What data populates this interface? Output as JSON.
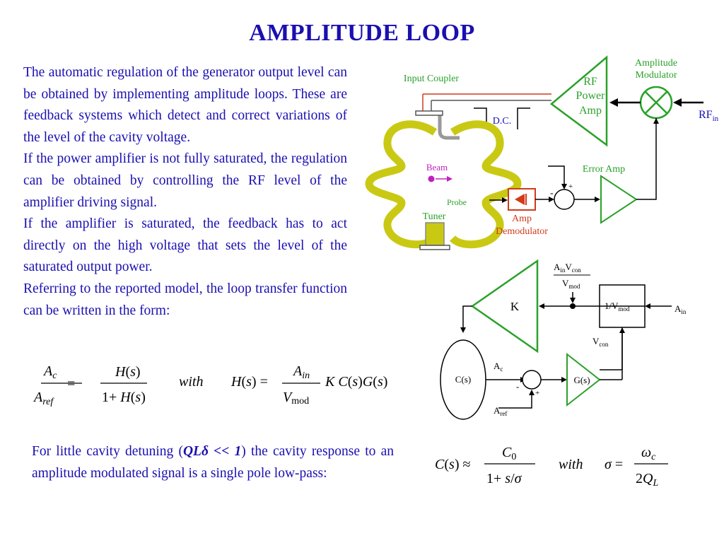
{
  "title": "AMPLITUDE LOOP",
  "paragraphs": [
    "The automatic regulation of the generator output level can be obtained by implementing amplitude loops. These are feedback systems which detect and correct variations of the level of the cavity voltage.",
    "If the power amplifier is not fully saturated, the regulation can be obtained by controlling the RF level of the amplifier driving signal.",
    "If the amplifier is saturated, the feedback has to act directly on the high voltage that sets the level of the saturated output power.",
    "Referring to the reported model, the loop transfer function can be written in the form:"
  ],
  "note": {
    "before": "For little cavity detuning (",
    "condition": "QLδ << 1",
    "after": ") the cavity response to an amplitude modulated signal is a single pole low-pass:"
  },
  "equation1": {
    "lhs_num": "Ac",
    "lhs_den": "Aref",
    "rhs_num": "H(s)",
    "rhs_den": "1+ H(s)",
    "with": "with",
    "h_lhs": "H(s)",
    "frac_num": "Ain",
    "frac_den": "Vmod",
    "rhs_tail": "K C(s) G(s)"
  },
  "equation2": {
    "lhs": "C(s)",
    "num": "C0",
    "den": "1+ s/σ",
    "with": "with",
    "sigma": "σ",
    "sig_num": "ωc",
    "sig_den": "2QL"
  },
  "diagram1": {
    "input_coupler": "Input Coupler",
    "rf_amp": [
      "RF",
      "Power",
      "Amp"
    ],
    "amp_mod": [
      "Amplitude",
      "Modulator"
    ],
    "rf_in": "RFin",
    "dc": "D.C.",
    "beam": "Beam",
    "probe": "Probe",
    "tuner": "Tuner",
    "error_amp": "Error Amp",
    "amp_demod": [
      "Amp",
      "Demodulator"
    ],
    "minus": "-",
    "plus": "+",
    "colors": {
      "yellow": "#c9c914",
      "green": "#2aa12a",
      "red": "#d23a1a",
      "beam": "#c020c0"
    }
  },
  "diagram2": {
    "k": "K",
    "gain_num": "AinVcon",
    "gain_den": "Vmod",
    "inv_vmod": "1/Vmod",
    "a_in": "Ain",
    "v_con": "Vcon",
    "c_s": "C(s)",
    "g_s": "G(s)",
    "a_c": "Ac",
    "a_ref": "Aref",
    "minus": "-",
    "plus": "+"
  }
}
